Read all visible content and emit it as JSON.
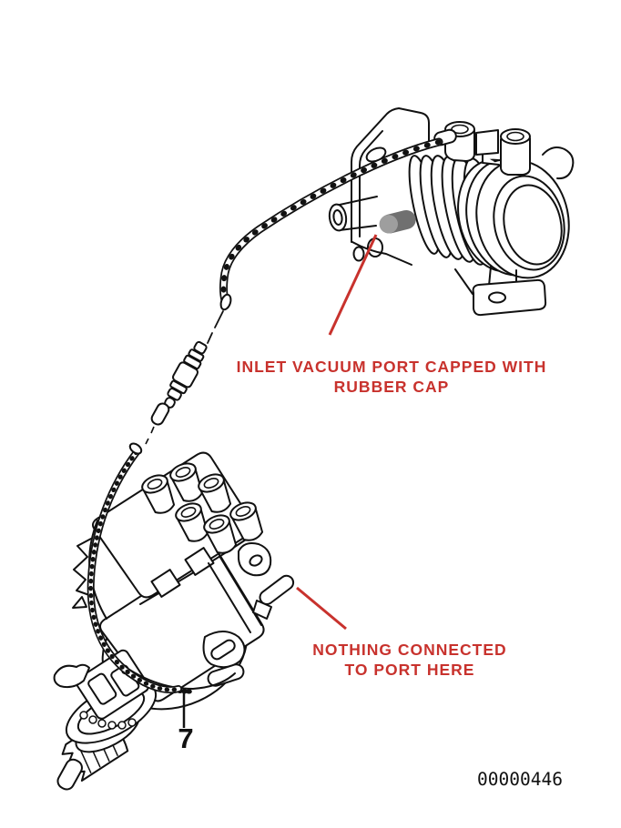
{
  "document": {
    "doc_number": "00000446",
    "background": "#FFFFFF"
  },
  "figure": {
    "number": "7"
  },
  "annotations": {
    "inlet_port": {
      "line1": "INLET VACUUM PORT CAPPED WITH",
      "line2": "RUBBER CAP"
    },
    "nothing_connected": {
      "line1": "NOTHING CONNECTED",
      "line2": "TO PORT HERE"
    }
  },
  "colors": {
    "annotation_red": "#C8322D",
    "ink_black": "#111111",
    "rubber_cap_dark": "#707070",
    "rubber_cap_light": "#9E9E9E"
  }
}
